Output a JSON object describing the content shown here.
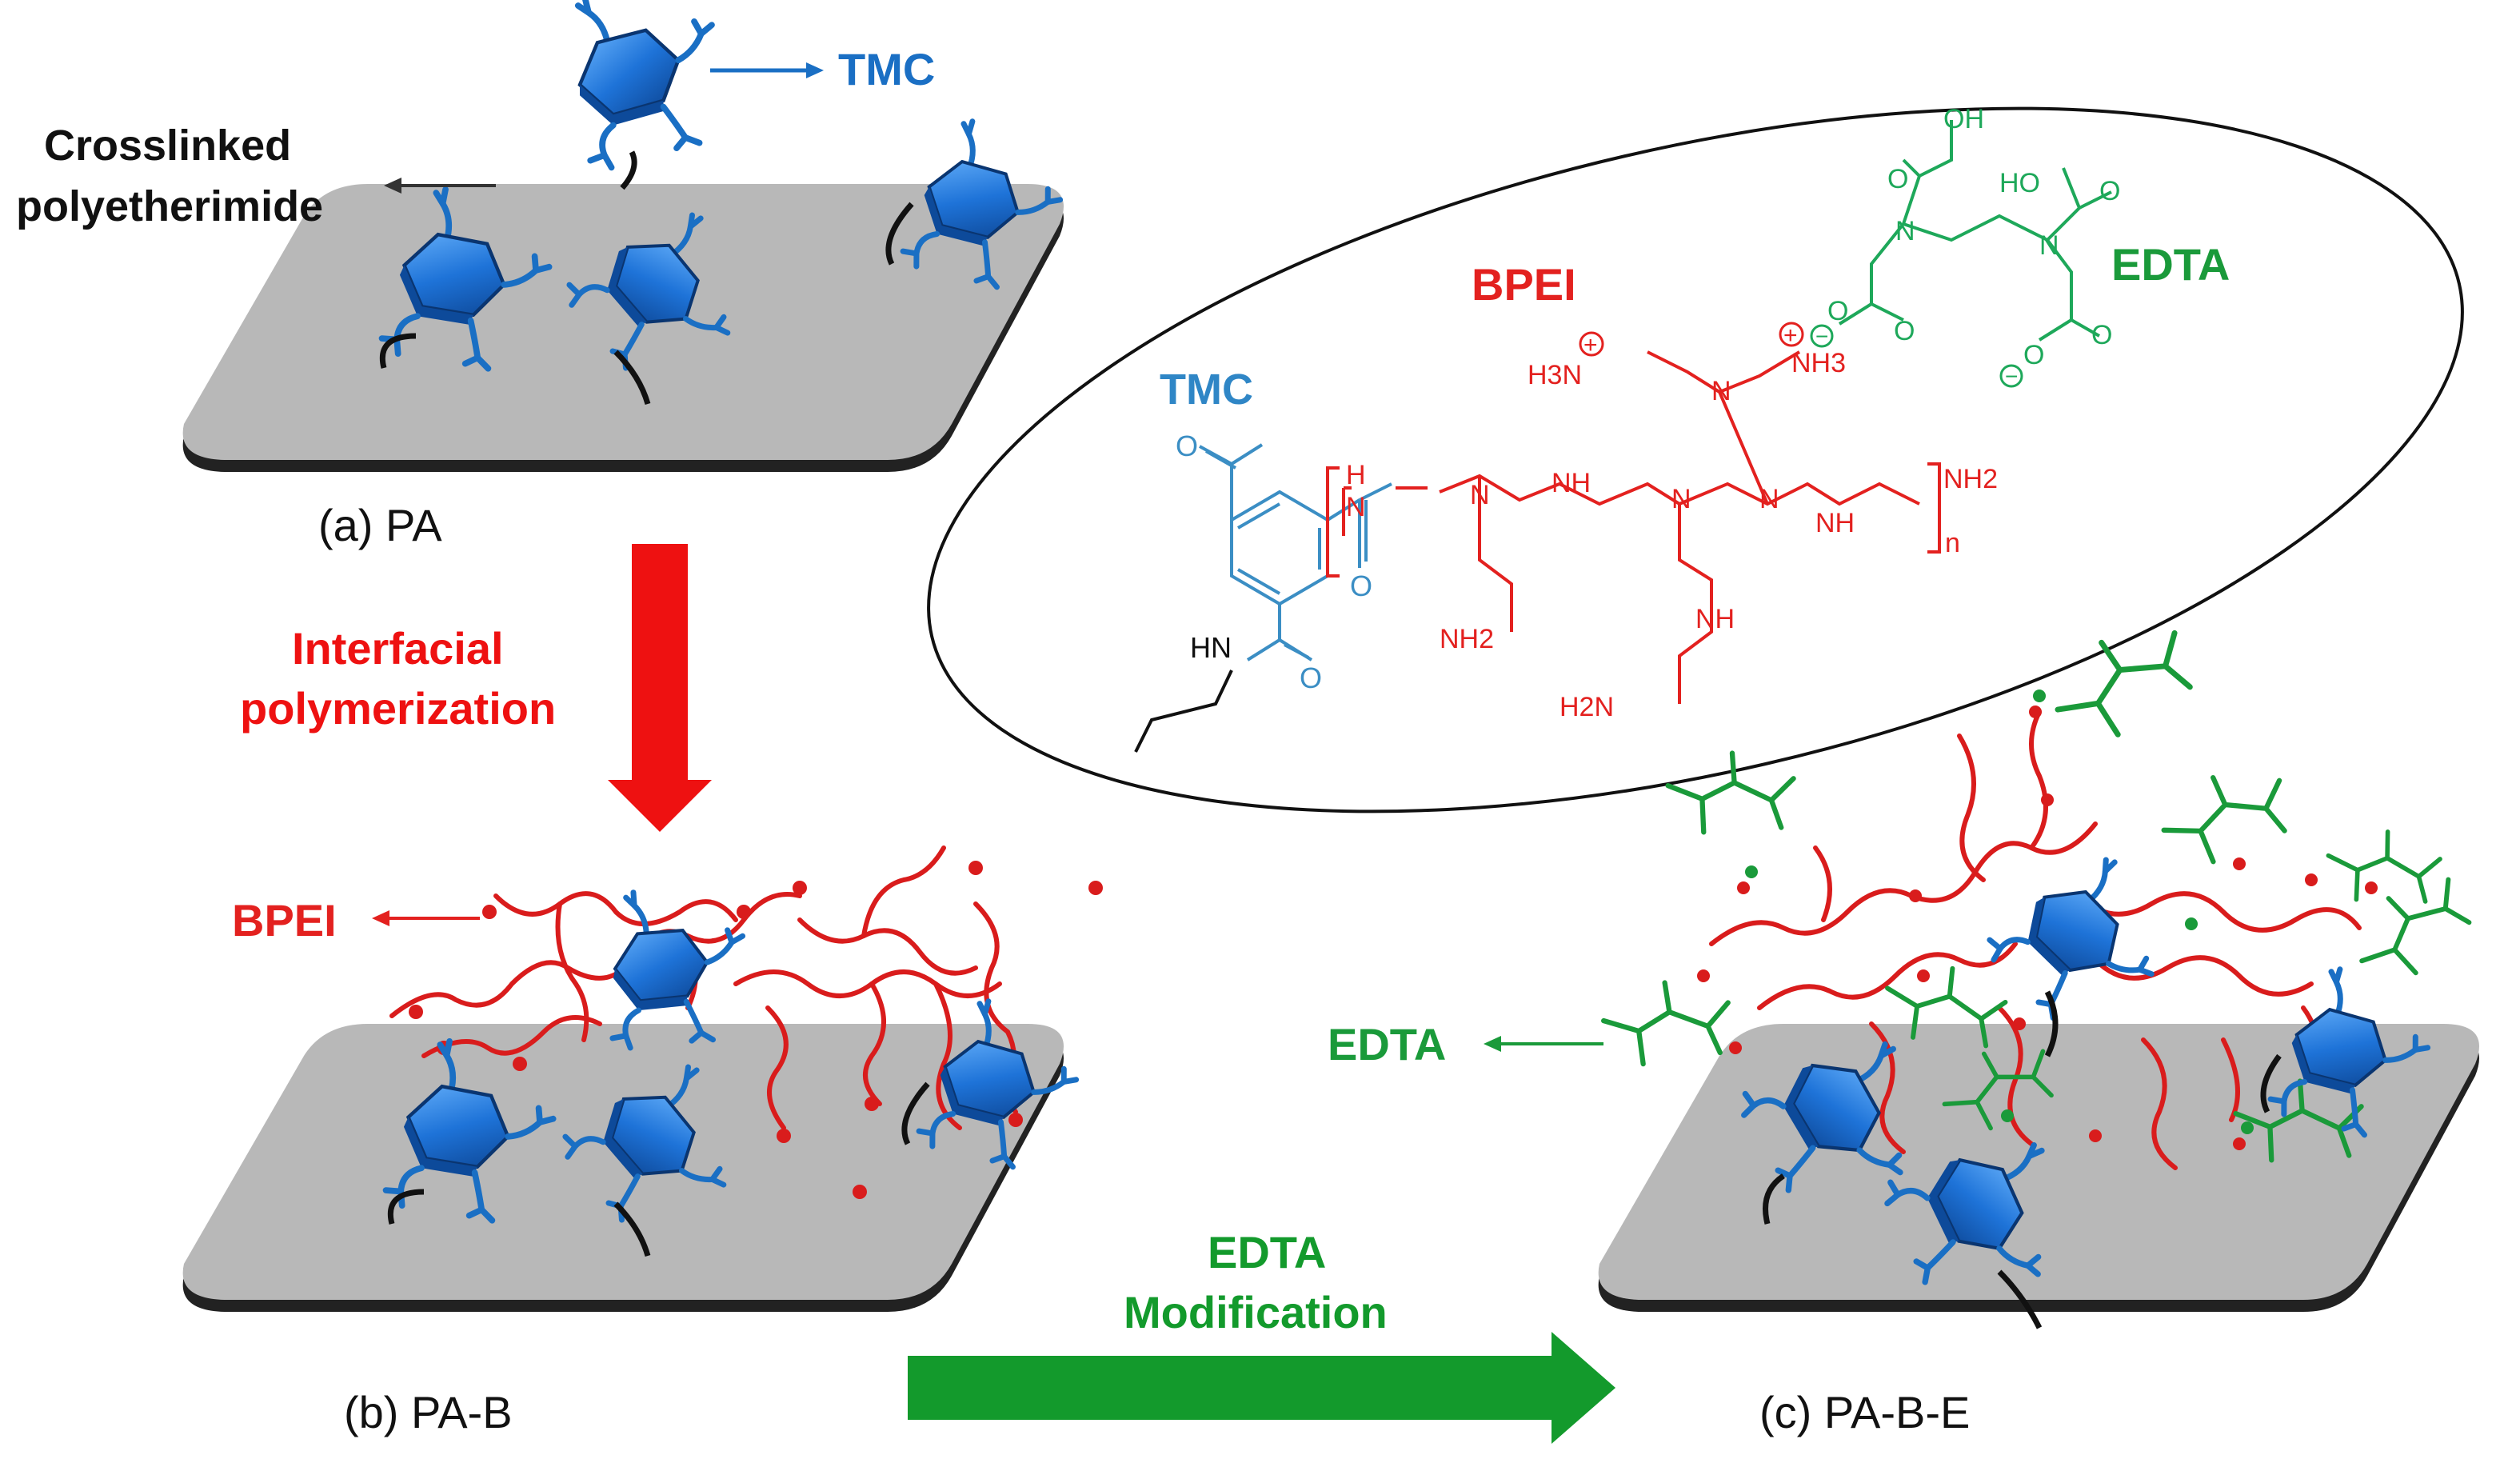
{
  "labels": {
    "tmc_top": "TMC",
    "crosslinked_1": "Crosslinked",
    "crosslinked_2": "polyetherimide",
    "caption_a": "(a)  PA",
    "interfacial_1": "Interfacial",
    "interfacial_2": "polymerization",
    "bpei_left": "BPEI",
    "caption_b": "(b)  PA-B",
    "edta_mod_1": "EDTA",
    "edta_mod_2": "Modification",
    "edta_left": "EDTA",
    "caption_c": "(c)  PA-B-E"
  },
  "structure": {
    "tmc": "TMC",
    "bpei": "BPEI",
    "edta": "EDTA",
    "oh_1": "OH",
    "ho_2": "HO",
    "o": "O",
    "n": "N",
    "nh": "NH",
    "hn": "HN",
    "h": "H",
    "h3n": "H3N",
    "nh3": "NH3",
    "nh2": "NH2",
    "h2n": "H2N",
    "sub_n": "n",
    "plus": "+",
    "minus": "−"
  },
  "colors": {
    "tmc_blue": "#1a6fc4",
    "tmc_struct_blue": "#3b8ec4",
    "bpei_red": "#e3211f",
    "edta_green": "#1a9a3a",
    "edta_struct_green": "#1ea85a",
    "membrane_gray": "#b8b8b8",
    "arrow_red": "#ee1111",
    "arrow_green": "#139a2c"
  }
}
